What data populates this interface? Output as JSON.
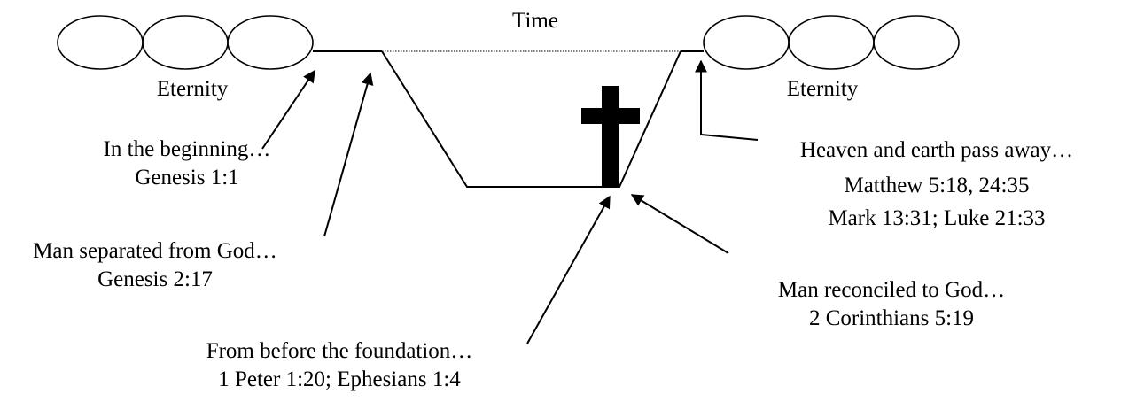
{
  "time_label": "Time",
  "eternity_left": "Eternity",
  "eternity_right": "Eternity",
  "events": {
    "beginning": {
      "title": "In the beginning…",
      "ref": "Genesis 1:1"
    },
    "separated": {
      "title": "Man separated from God…",
      "ref": "Genesis 2:17"
    },
    "foundation": {
      "title": "From before the foundation…",
      "ref": "1 Peter 1:20; Ephesians 1:4"
    },
    "reconciled": {
      "title": "Man reconciled to God…",
      "ref": "2 Corinthians 5:19"
    },
    "pass_away": {
      "title": "Heaven and earth pass away…",
      "ref1": "Matthew 5:18, 24:35",
      "ref2": "Mark 13:31; Luke 21:33"
    }
  },
  "colors": {
    "ink": "#000000",
    "background": "#ffffff"
  },
  "icons": {
    "cross": "cross-icon"
  }
}
